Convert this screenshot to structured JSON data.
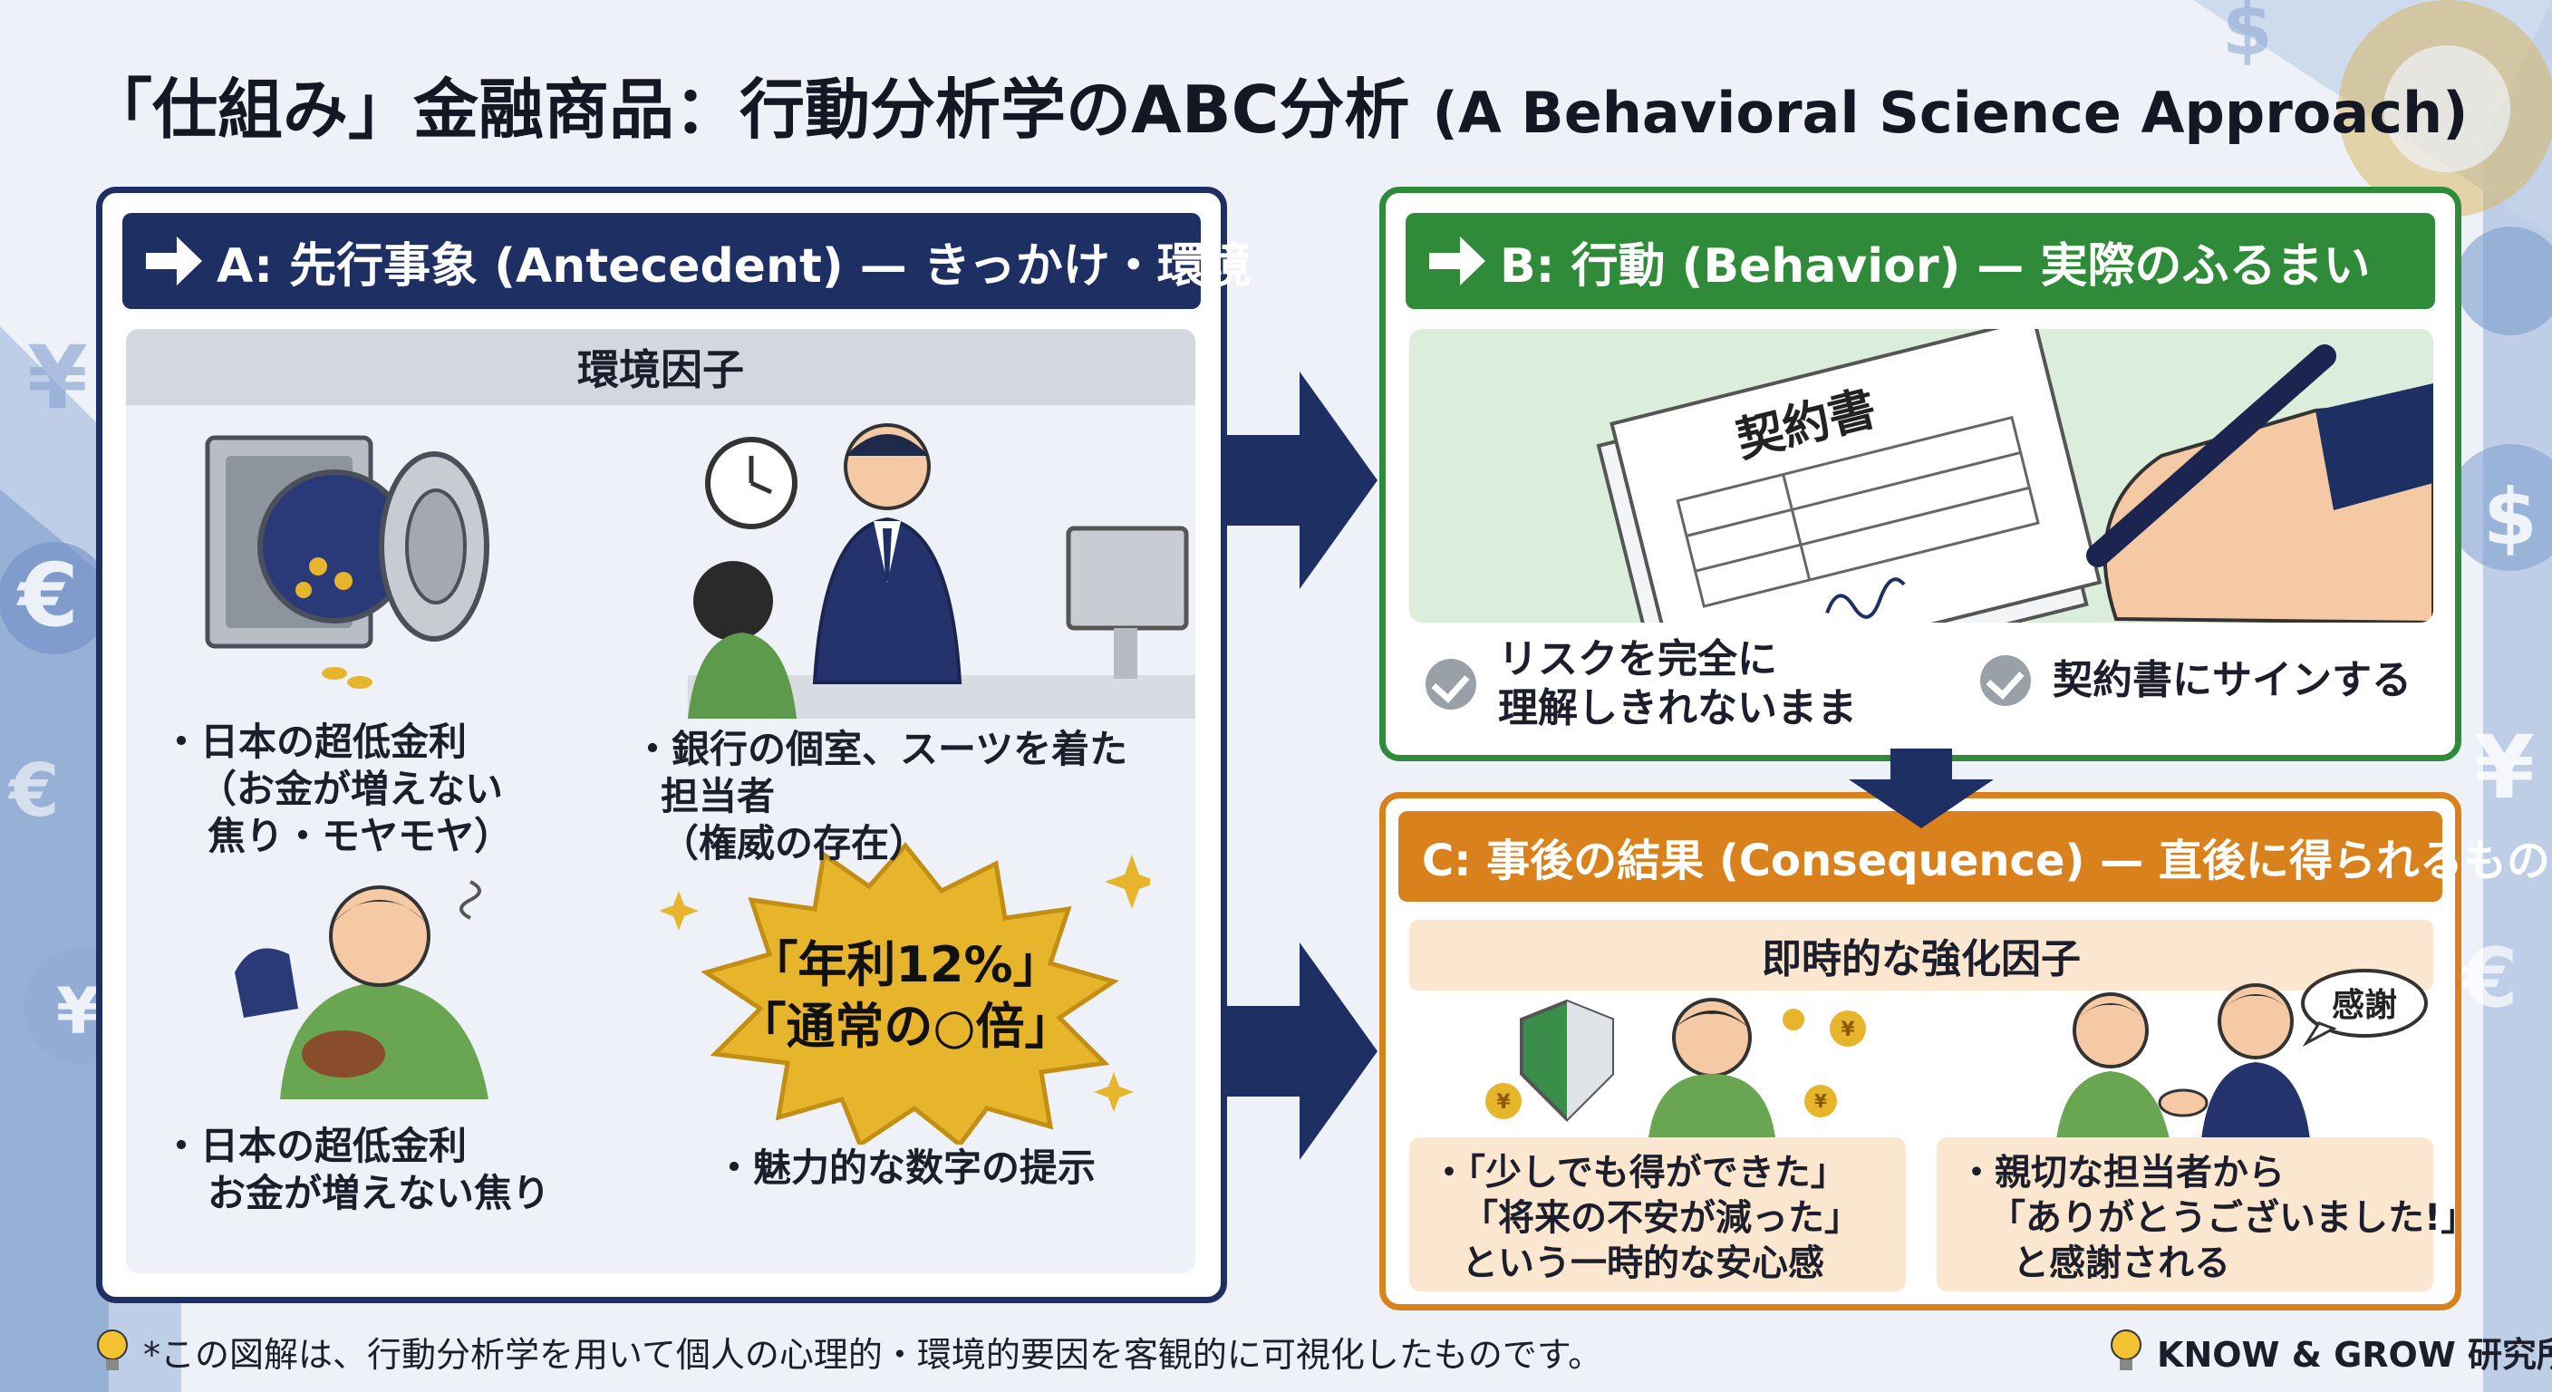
{
  "title": {
    "main": "「仕組み」金融商品：行動分析学のABC分析",
    "sub": "(A Behavioral Science Approach)"
  },
  "panel_a": {
    "header": "A: 先行事象 (Antecedent) — きっかけ・環境",
    "section": "環境因子",
    "items": [
      {
        "lines": [
          "・日本の超低金利",
          "（お金が増えない",
          "焦り・モヤモヤ）"
        ]
      },
      {
        "lines": [
          "・銀行の個室、スーツを着た",
          "担当者",
          "（権威の存在）"
        ]
      },
      {
        "lines": [
          "・日本の超低金利",
          "お金が増えない焦り"
        ]
      },
      {
        "lines": [
          "・魅力的な数字の提示"
        ]
      }
    ],
    "badge": [
      "「年利12%」",
      "「通常の○倍」"
    ]
  },
  "panel_b": {
    "header": "B: 行動 (Behavior) — 実際のふるまい",
    "document_label": "契約書",
    "checks": [
      {
        "lines": [
          "リスクを完全に",
          "理解しきれないまま"
        ]
      },
      {
        "lines": [
          "契約書にサインする"
        ]
      }
    ]
  },
  "panel_c": {
    "header": "C: 事後の結果 (Consequence) — 直後に得られるもの",
    "section": "即時的な強化因子",
    "speech": "感謝",
    "coin_glyph": "¥",
    "items": [
      {
        "lines": [
          "・「少しでも得ができた」",
          "「将来の不安が減った」",
          "という一時的な安心感"
        ]
      },
      {
        "lines": [
          "・親切な担当者から",
          "「ありがとうございました!」",
          "と感謝される"
        ]
      }
    ]
  },
  "background_glyphs": [
    "¥",
    "€",
    "$"
  ],
  "footer": {
    "note": "*この図解は、行動分析学を用いて個人の心理的・環境的要因を客観的に可視化したものです。",
    "brand": "KNOW & GROW 研究所"
  },
  "colors": {
    "navy": "#1d2f63",
    "green": "#2f8a3a",
    "orange": "#d9821d",
    "gold": "#e7b52c",
    "background": "#eef2f8"
  }
}
